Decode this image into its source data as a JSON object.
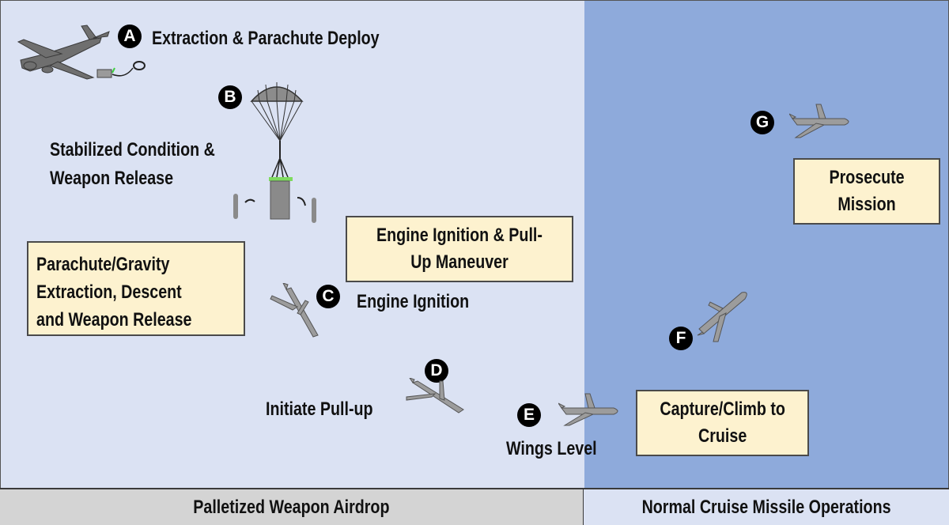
{
  "zones": {
    "left_label": "Palletized Weapon Airdrop",
    "right_label": "Normal Cruise Missile Operations"
  },
  "steps": [
    {
      "marker": "A",
      "label": "Extraction & Parachute Deploy"
    },
    {
      "marker": "B",
      "label": "Stabilized Condition &\nWeapon Release"
    },
    {
      "marker": "C",
      "label": "Engine Ignition"
    },
    {
      "marker": "D",
      "label": "Initiate Pull-up"
    },
    {
      "marker": "E",
      "label": "Wings Level"
    },
    {
      "marker": "F",
      "label": ""
    },
    {
      "marker": "G",
      "label": ""
    }
  ],
  "boxes": {
    "descent": "Parachute/Gravity\nExtraction, Descent\nand Weapon Release",
    "ignition": "Engine Ignition & Pull-\nUp Maneuver",
    "climb": "Capture/Climb to\nCruise",
    "mission": "Prosecute\nMission"
  },
  "colors": {
    "airdrop_zone": "#dbe2f3",
    "cruise_zone": "#8eaadb",
    "box_fill": "#fdf2cf",
    "footer_left": "#d4d4d4"
  }
}
